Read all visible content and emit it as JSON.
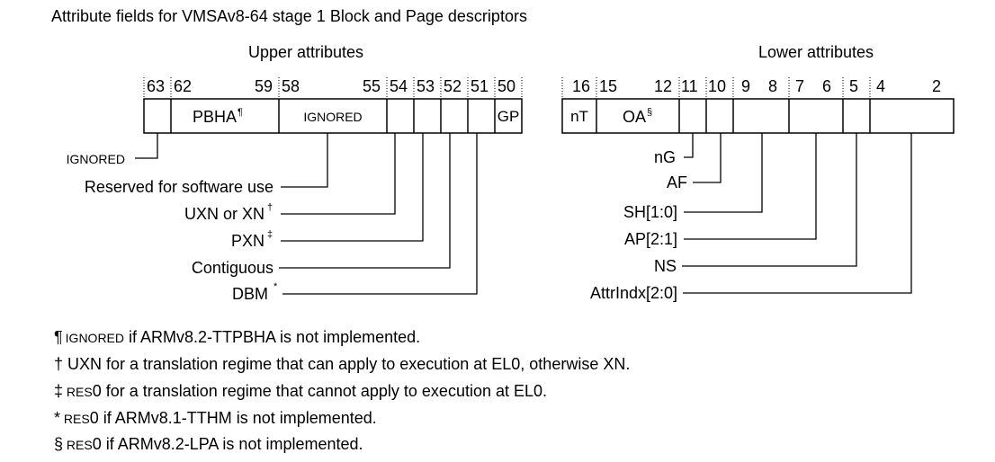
{
  "title": "Attribute fields for VMSAv8-64 stage 1 Block and Page descriptors",
  "upper": {
    "heading": "Upper attributes",
    "bits": [
      "63",
      "62",
      "59",
      "58",
      "55",
      "54",
      "53",
      "52",
      "51",
      "50"
    ],
    "fields": {
      "pbha": "PBHA",
      "pbha_mark": "¶",
      "ignored": "IGNORED",
      "gp": "GP"
    },
    "labels": {
      "ignored": "IGNORED",
      "software": "Reserved for software use",
      "uxn": "UXN or XN",
      "uxn_mark": "†",
      "pxn": "PXN",
      "pxn_mark": "‡",
      "contiguous": "Contiguous",
      "dbm": "DBM",
      "dbm_mark": "*"
    }
  },
  "lower": {
    "heading": "Lower attributes",
    "bits": [
      "16",
      "15",
      "12",
      "11",
      "10",
      "9",
      "8",
      "7",
      "6",
      "5",
      "4",
      "2"
    ],
    "fields": {
      "nt": "nT",
      "oa": "OA",
      "oa_mark": "§"
    },
    "labels": {
      "ng": "nG",
      "af": "AF",
      "sh": "SH[1:0]",
      "ap": "AP[2:1]",
      "ns": "NS",
      "attrindx": "AttrIndx[2:0]"
    }
  },
  "notes": [
    {
      "mark": "¶",
      "sc": "IGNORED",
      "text": " if ARMv8.2-TTPBHA is not implemented."
    },
    {
      "mark": "†",
      "sc": "",
      "text": " UXN for a translation regime that can apply to execution at EL0, otherwise XN."
    },
    {
      "mark": "‡",
      "sc": " RES",
      "text": "0 for a translation regime that cannot apply to execution at EL0."
    },
    {
      "mark": "*",
      "sc": " RES",
      "text": "0 if ARMv8.1-TTHM is not implemented."
    },
    {
      "mark": "§",
      "sc": " RES",
      "text": "0 if ARMv8.2-LPA is not implemented."
    }
  ]
}
